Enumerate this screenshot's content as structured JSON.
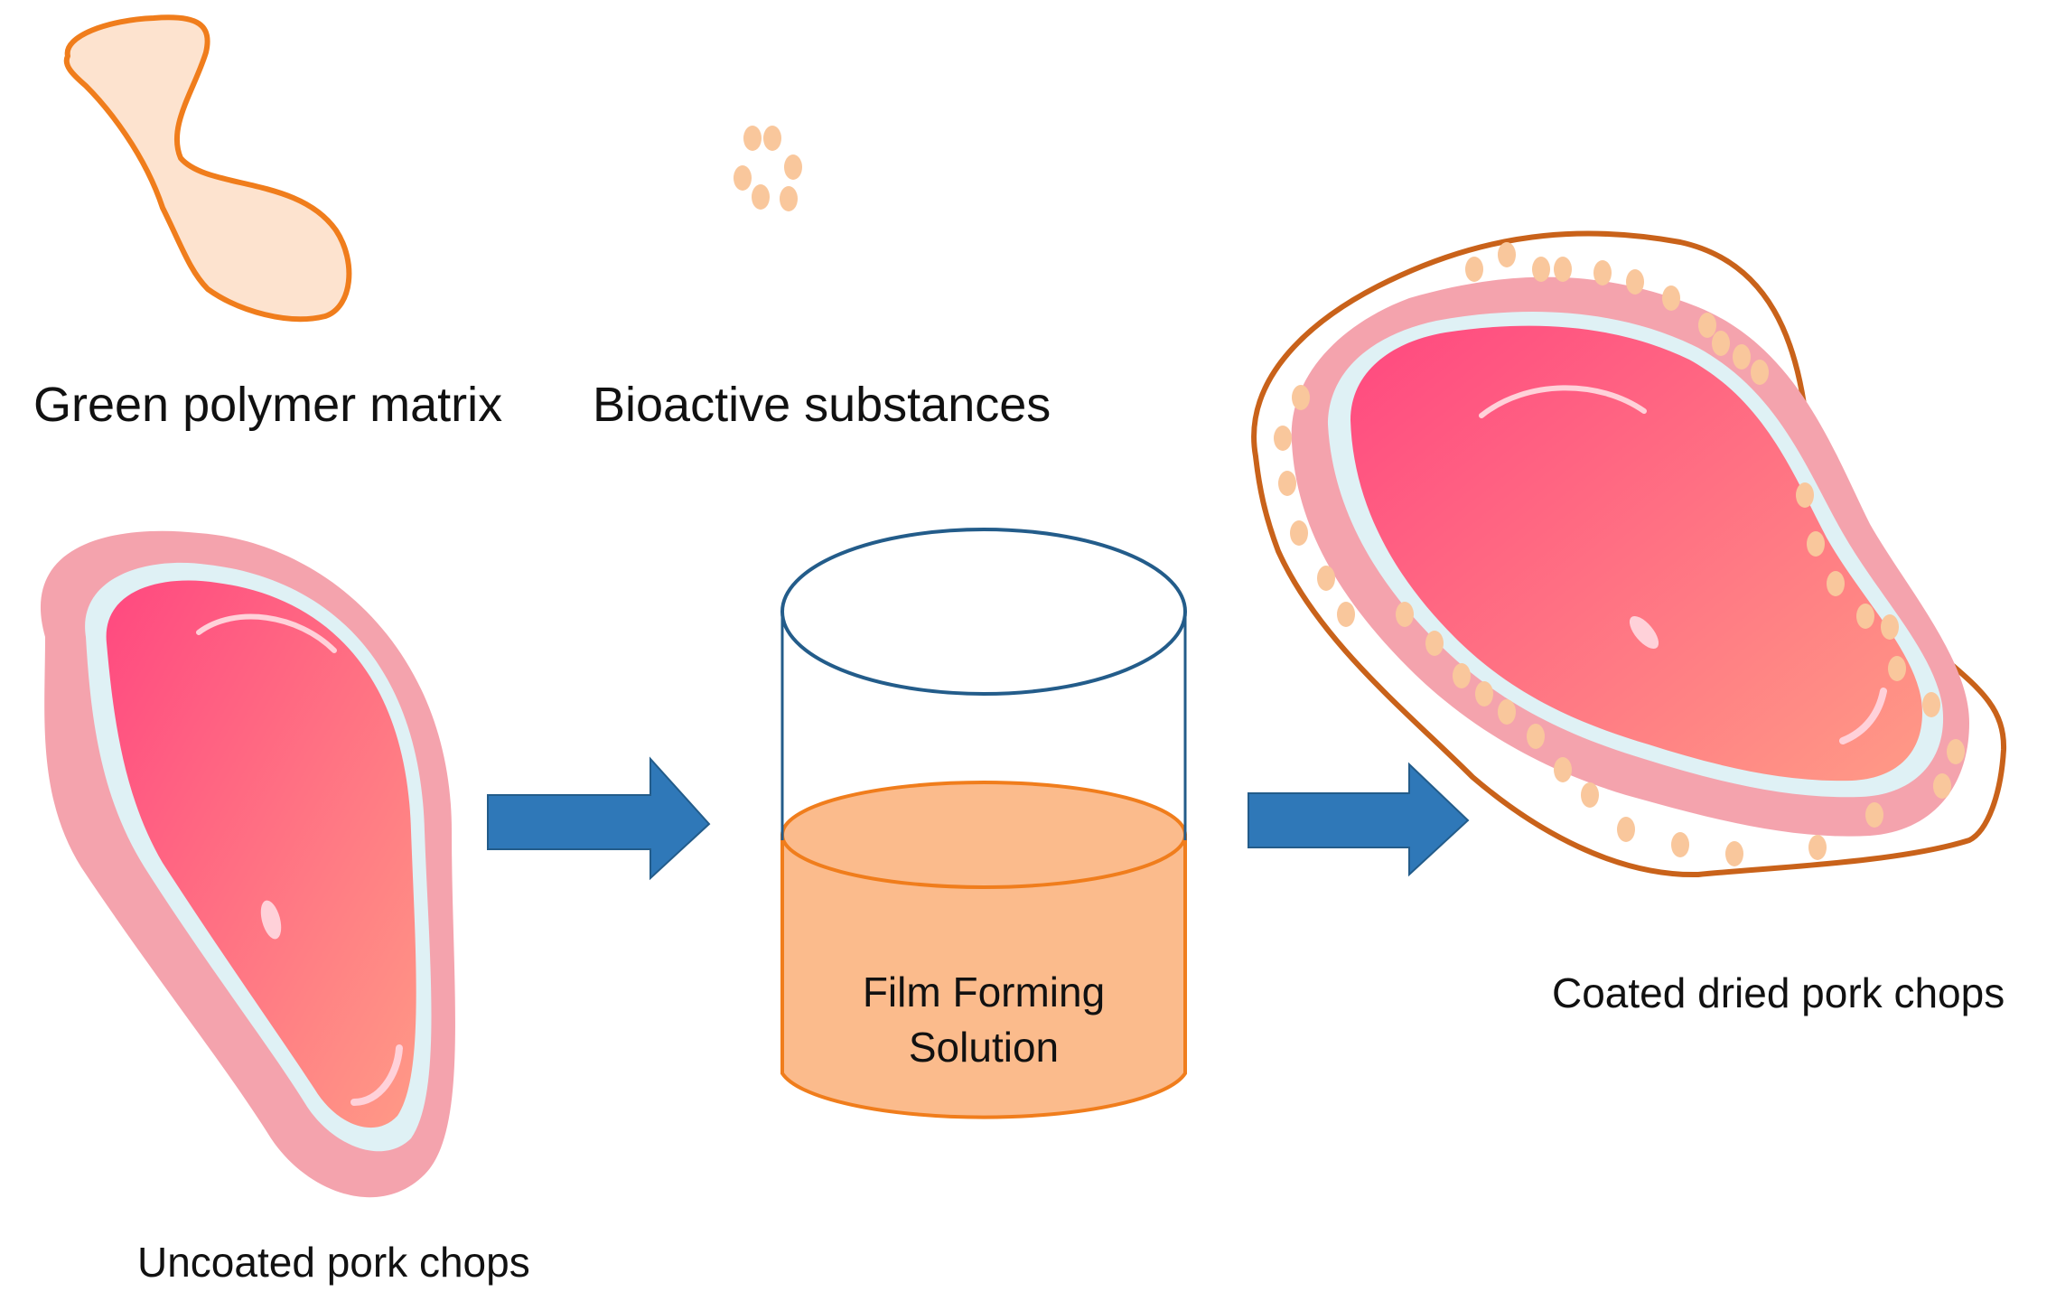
{
  "labels": {
    "polymer_matrix": "Green polymer matrix",
    "bioactive": "Bioactive substances",
    "uncoated": "Uncoated pork chops",
    "solution_line1": "Film Forming",
    "solution_line2": "Solution",
    "coated": "Coated dried pork chops"
  },
  "colors": {
    "polymer_fill": "#fde3cf",
    "polymer_stroke": "#f07d1c",
    "dots": "#f9c79c",
    "meat_outer": "#f4a3ad",
    "meat_rim": "#dff1f5",
    "meat_inner_start": "#ff4880",
    "meat_inner_end": "#ff9a86",
    "arrow": "#2f78b8",
    "beaker_stroke": "#235c8a",
    "liquid_fill": "#fbbb8c",
    "liquid_stroke": "#f07d1c",
    "coating_stroke": "#c9621a"
  },
  "icons": [
    "polymer-blob-icon",
    "bioactive-dots-icon",
    "pork-chop-icon",
    "arrow-right-icon",
    "beaker-icon",
    "coated-pork-chop-icon"
  ]
}
